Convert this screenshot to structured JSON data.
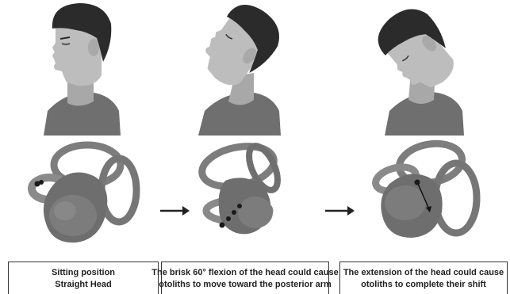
{
  "panels": [
    {
      "caption_line1": "Sitting position",
      "caption_line2": "Straight Head"
    },
    {
      "caption_line1": "The brisk 60° flexion of the head could cause",
      "caption_line2": "otoliths to move toward the posterior arm"
    },
    {
      "caption_line1": "The extension of the head could cause",
      "caption_line2": "otoliths to complete their shift"
    }
  ],
  "icons": [
    "head-straight",
    "head-flexed",
    "head-extended",
    "inner-ear",
    "right-arrow"
  ],
  "colors": {
    "skin": "#b9b9b9",
    "hair": "#2b2b2b",
    "shirt": "#6f6f6f",
    "ear": "#7d7d7d",
    "otolith": "#1a1a1a"
  }
}
